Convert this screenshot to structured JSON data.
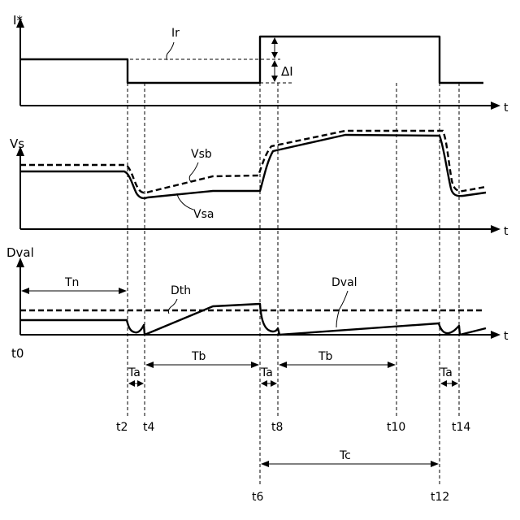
{
  "panels": {
    "current": {
      "y_label": "I*",
      "x_label": "t",
      "ref_label": "Ir",
      "delta_label": "ΔI"
    },
    "voltage": {
      "y_label": "Vs",
      "x_label": "t",
      "upper_label": "Vsb",
      "lower_label": "Vsa"
    },
    "dval": {
      "y_label": "Dval",
      "x_label": "t",
      "threshold_label": "Dth",
      "curve_label": "Dval"
    }
  },
  "origin_label": "t0",
  "interval_labels": {
    "tn": "Tn",
    "ta1": "Ta",
    "tb1": "Tb",
    "ta2": "Ta",
    "tb2": "Tb",
    "ta3": "Ta",
    "tc": "Tc"
  },
  "time_markers": [
    "t2",
    "t4",
    "t6",
    "t8",
    "t10",
    "t12",
    "t14"
  ]
}
